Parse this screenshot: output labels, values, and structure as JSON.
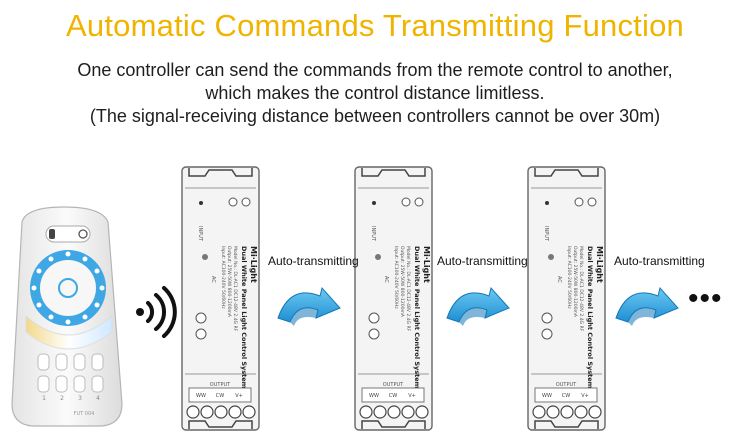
{
  "title": "Automatic Commands Transmitting Function",
  "description": {
    "line1": "One controller can send the commands from the remote control to another,",
    "line2": "which makes the control distance limitless.",
    "line3": "(The signal-receiving distance between controllers cannot be over 30m)"
  },
  "transfer_label": "Auto-transmitting",
  "ellipsis": "•••",
  "controller": {
    "brand": "Mi·Light",
    "product_name": "Dual White Panel Light Control System",
    "input_label": "INPUT",
    "output_label": "OUTPUT",
    "output_terminals": [
      "WW",
      "CW",
      "V+"
    ]
  },
  "icons": {
    "remote": "remote-control-icon",
    "signal": "wireless-signal-icon",
    "arrow": "curved-arrow-icon"
  },
  "colors": {
    "title": "#f0b400",
    "arrow": "#29a9e1",
    "arrow_dark": "#1478b8"
  }
}
